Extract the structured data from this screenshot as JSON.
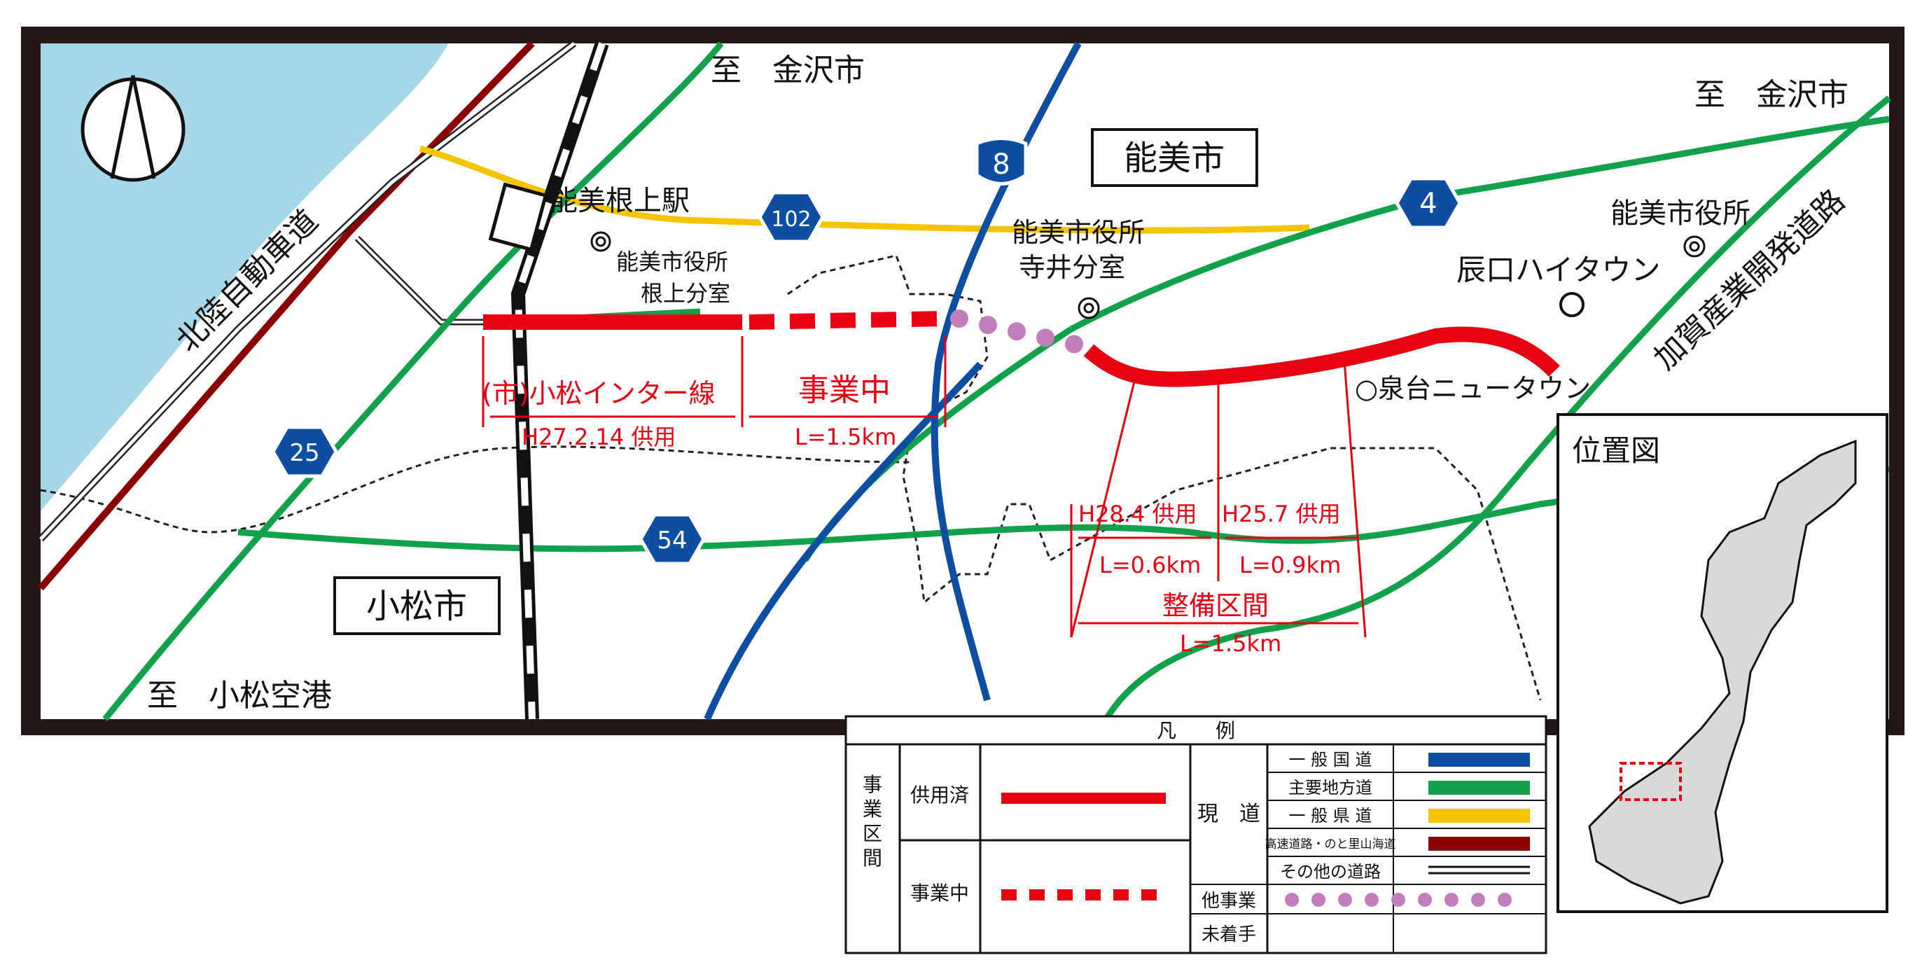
{
  "directions": {
    "kanazawa_top": "至　金沢市",
    "kanazawa_right": "至　金沢市",
    "komatsu_airport": "至　小松空港"
  },
  "cities": {
    "nomi": "能美市",
    "komatsu": "小松市"
  },
  "route_shields": {
    "r8": "8",
    "r4": "4",
    "r102": "102",
    "r25": "25",
    "r54": "54"
  },
  "places": {
    "neagari_station": "能美根上駅",
    "city_office_neagari_1": "能美市役所",
    "city_office_neagari_2": "根上分室",
    "city_office_terai_1": "能美市役所",
    "city_office_terai_2": "寺井分室",
    "city_office_main": "能美市役所",
    "tatsunokuchi_heights": "辰口ハイタウン",
    "izumidai_newtown": "○泉台ニュータウン"
  },
  "roads": {
    "hokuriku_expressway": "北陸自動車道",
    "kaga_industrial_road": "加賀産業開発道路"
  },
  "annotations": {
    "komatsu_inter_line": "(市)小松インター線",
    "opened_h27": "H27.2.14 供用",
    "under_construction": "事業中",
    "length_1_5": "L=1.5km",
    "opened_h28": "H28.4 供用",
    "opened_h25": "H25.7 供用",
    "length_0_6": "L=0.6km",
    "length_0_9": "L=0.9km",
    "maintenance_section": "整備区間",
    "length_total": "L=1.5km"
  },
  "inset": {
    "title": "位置図"
  },
  "legend": {
    "title": "凡　　例",
    "group_project": "事業区間",
    "opened": "供用済",
    "in_progress": "事業中",
    "group_existing": "現　道",
    "national_road": "一 般 国 道",
    "main_local_road": "主要地方道",
    "prefectural_road": "一 般 県 道",
    "expressway": "高速道路・のと里山海道",
    "other_roads": "その他の道路",
    "other_projects": "他事業",
    "not_started": "未着手"
  },
  "colors": {
    "national": "#0d4ea2",
    "main_local": "#12a14b",
    "prefectural": "#f5c400",
    "expressway": "#8b0000",
    "project_red": "#e60012",
    "other_project": "#c07fbb",
    "sea": "#a7d7e6",
    "frame": "#231815"
  }
}
